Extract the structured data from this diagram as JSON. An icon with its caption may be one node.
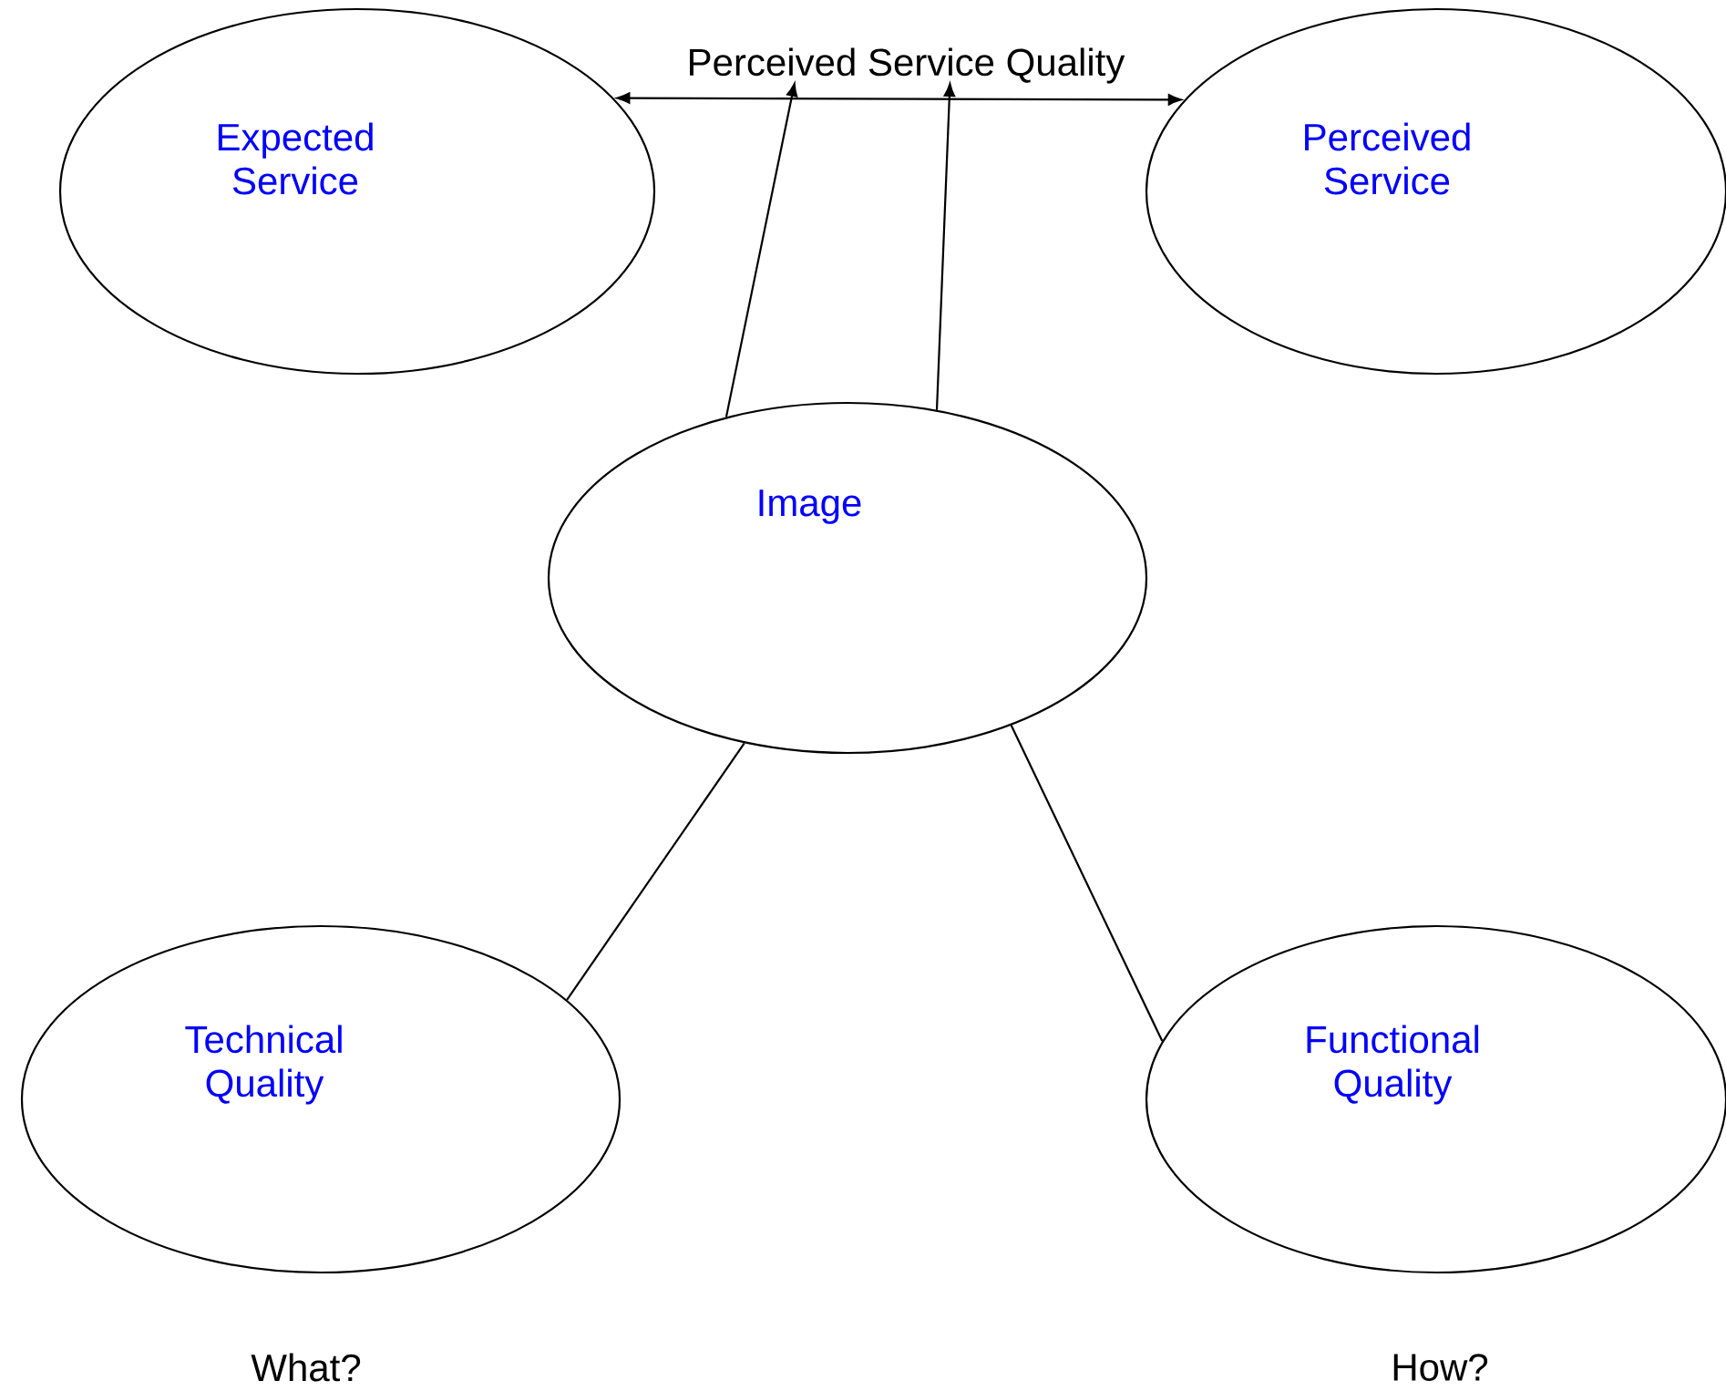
{
  "diagram": {
    "nodes": [
      {
        "text": [
          "Perceived Service Quality"
        ]
      },
      {
        "text": [
          "Expected Service"
        ]
      },
      {
        "text": [
          "Perceived Service"
        ]
      },
      {
        "text": [
          "Image"
        ]
      },
      {
        "text": [
          "Technical Quality"
        ]
      },
      {
        "text": [
          "Functional Quality"
        ]
      }
    ],
    "edges": [
      {
        "from": 3,
        "to": 0,
        "arrow": "to"
      },
      {
        "from": 3,
        "to": 0,
        "arrow": "to"
      },
      {
        "from": 1,
        "to": 2,
        "arrow": "both"
      },
      {
        "from": 3,
        "to": 4,
        "arrow": "none"
      },
      {
        "from": 3,
        "to": 5,
        "arrow": "none"
      }
    ],
    "labels": [
      "What?",
      "How?"
    ]
  }
}
